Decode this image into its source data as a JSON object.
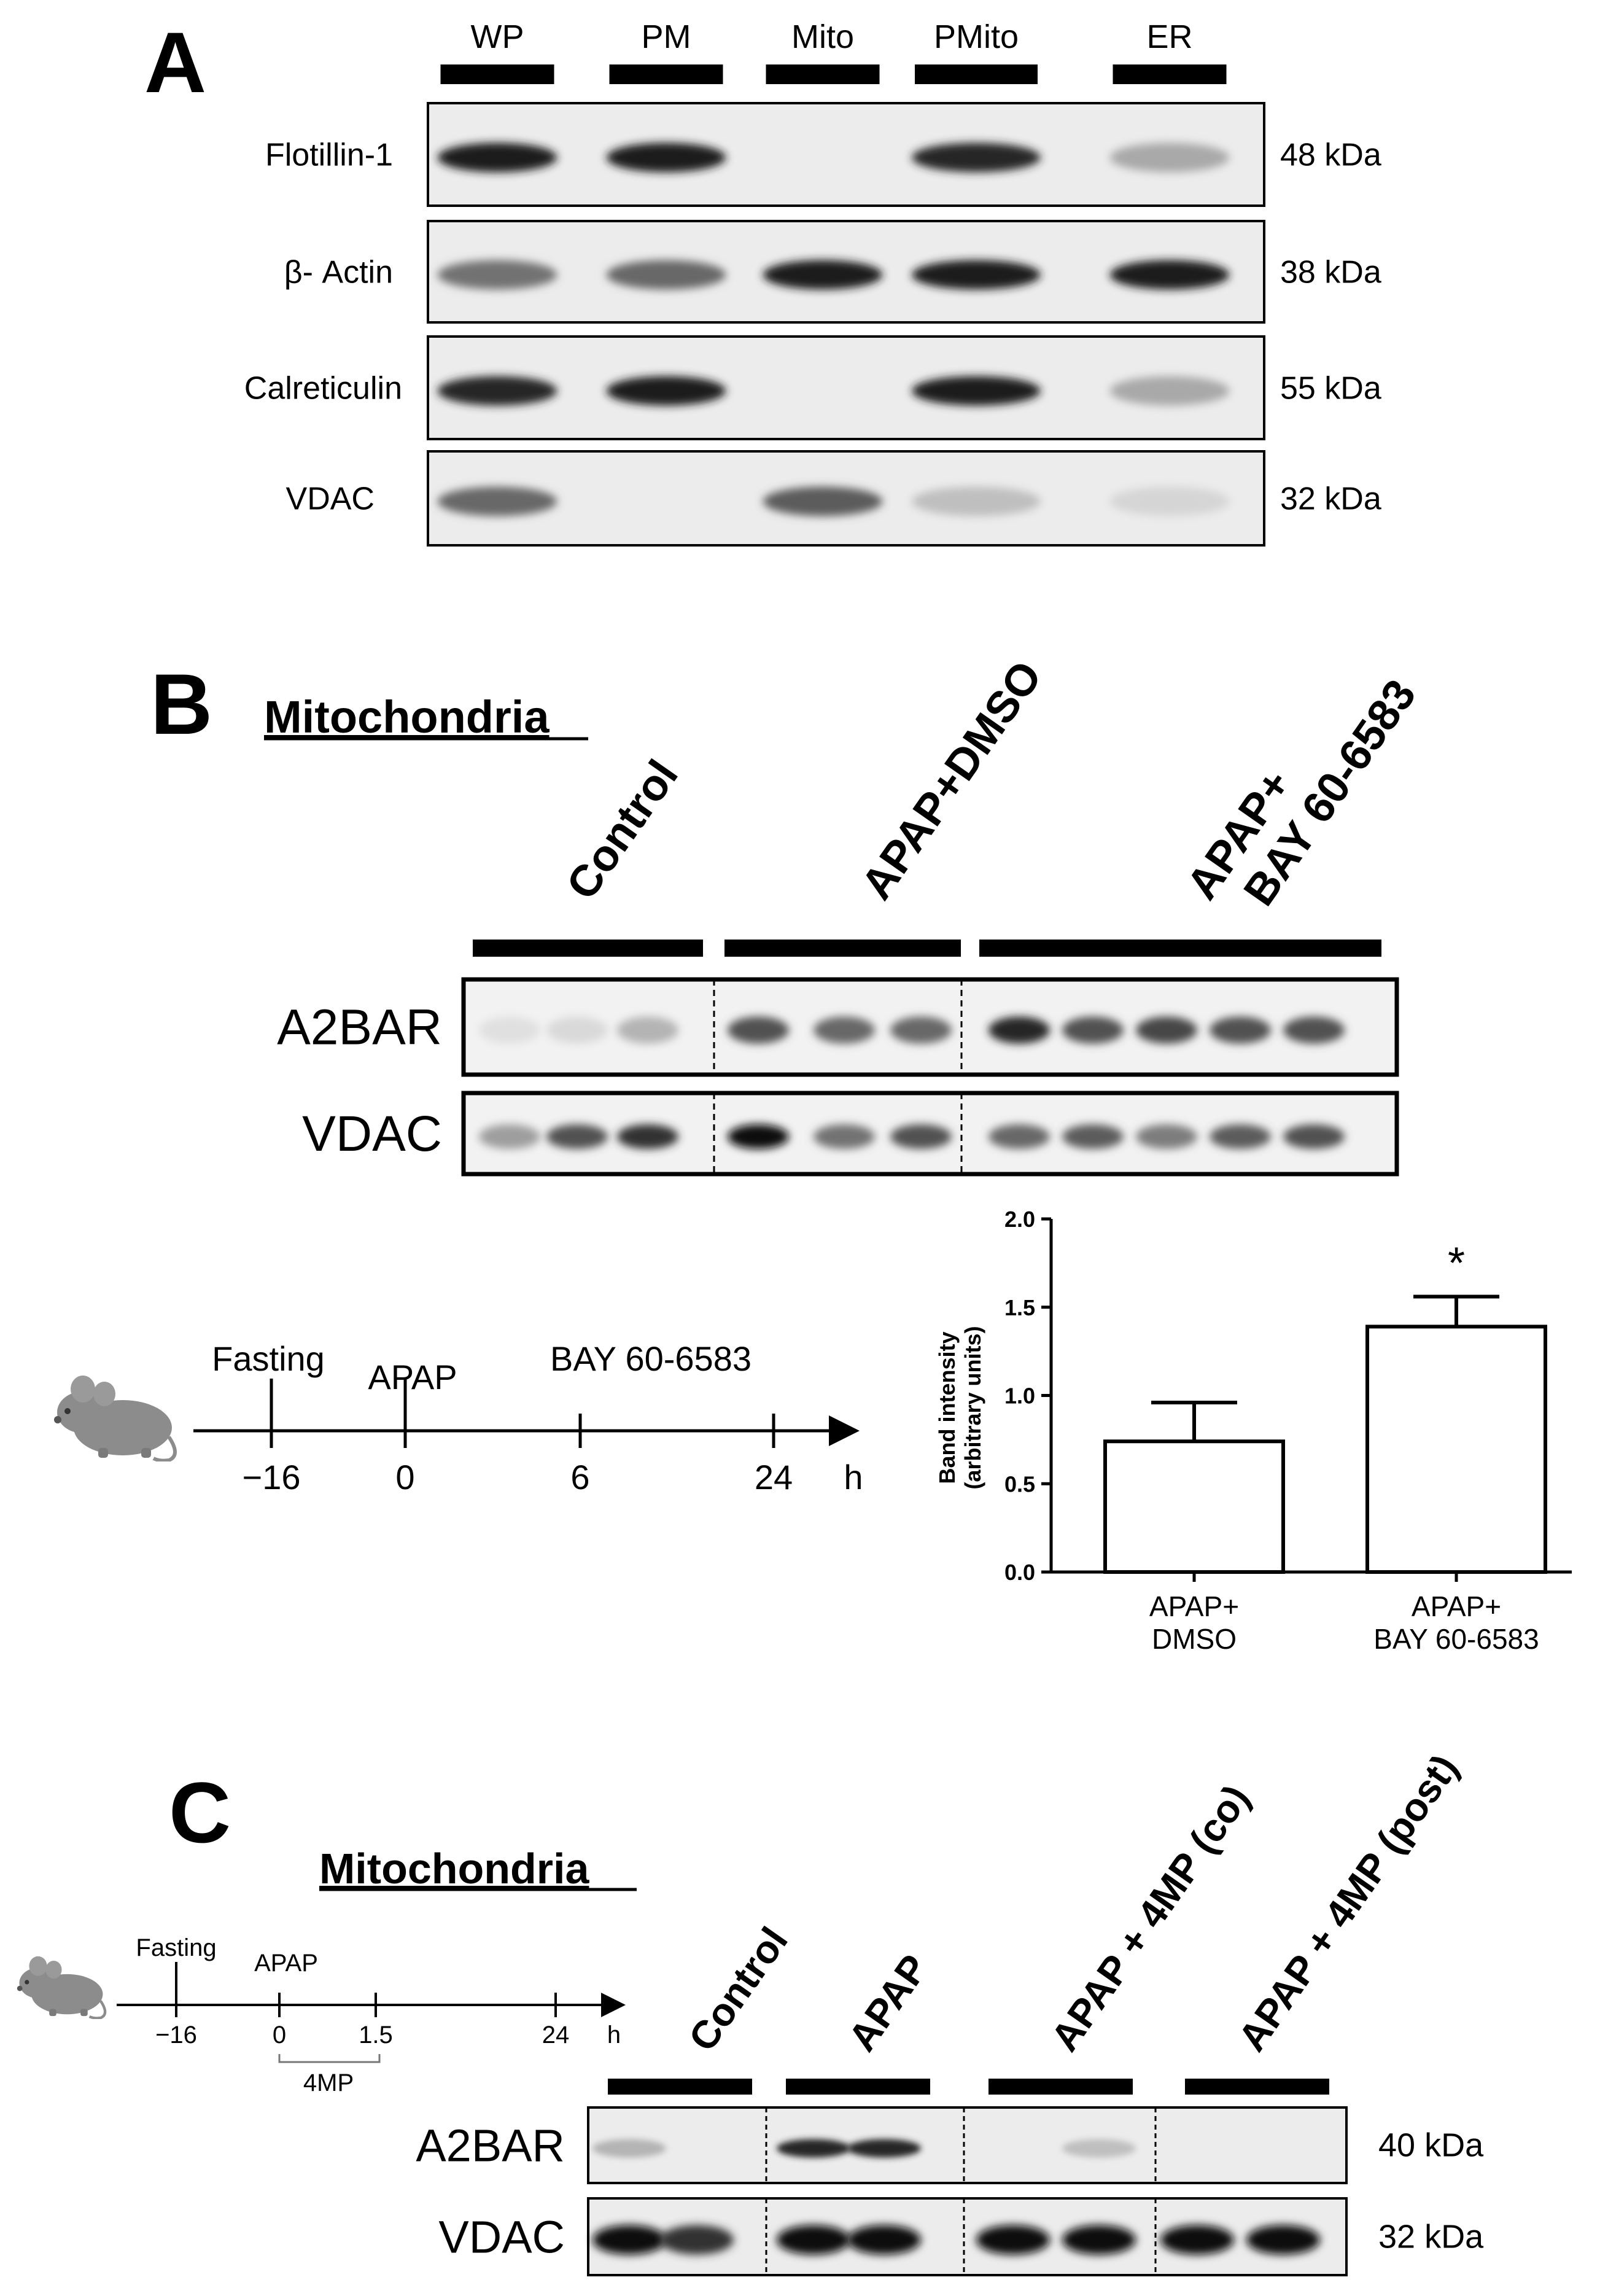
{
  "panelA": {
    "letter": "A",
    "lanes": [
      "WP",
      "PM",
      "Mito",
      "PMito",
      "ER"
    ],
    "rows": [
      {
        "label": "Flotillin-1",
        "kda": "48 kDa",
        "bands": [
          0.95,
          0.95,
          0,
          0.9,
          0.3
        ]
      },
      {
        "label": "β- Actin",
        "kda": "38 kDa",
        "bands": [
          0.55,
          0.6,
          0.95,
          0.95,
          0.95
        ]
      },
      {
        "label": "Calreticulin",
        "kda": "55 kDa",
        "bands": [
          0.9,
          0.95,
          0,
          0.95,
          0.3
        ]
      },
      {
        "label": "VDAC",
        "kda": "32 kDa",
        "bands": [
          0.6,
          0,
          0.65,
          0.2,
          0.1
        ]
      }
    ]
  },
  "panelB": {
    "letter": "B",
    "section_title": "Mitochondria",
    "groups": [
      "Control",
      "APAP+DMSO",
      "APAP+\nBAY 60-6583"
    ],
    "rows": [
      {
        "label": "A2BAR",
        "bands": [
          0.05,
          0.08,
          0.25,
          0.7,
          0.6,
          0.6,
          0.9,
          0.7,
          0.75,
          0.7,
          0.7
        ]
      },
      {
        "label": "VDAC",
        "bands": [
          0.35,
          0.7,
          0.85,
          1.0,
          0.55,
          0.7,
          0.6,
          0.65,
          0.5,
          0.65,
          0.7
        ]
      }
    ],
    "timeline": {
      "events": [
        "Fasting",
        "APAP",
        "BAY 60-6583"
      ],
      "ticks": [
        "−16",
        "0",
        "6",
        "24"
      ],
      "unit": "h"
    },
    "chart_data": {
      "type": "bar",
      "categories": [
        "APAP+\nDMSO",
        "APAP+\nBAY 60-6583"
      ],
      "values": [
        0.74,
        1.39
      ],
      "errors": [
        0.22,
        0.17
      ],
      "ylabel": "Band intensity\n(arbitrary units)",
      "ylim": [
        0,
        2.0
      ],
      "yticks": [
        "0.0",
        "0.5",
        "1.0",
        "1.5",
        "2.0"
      ],
      "annotations": [
        "*"
      ]
    }
  },
  "panelC": {
    "letter": "C",
    "section_title": "Mitochondria",
    "groups": [
      "Control",
      "APAP",
      "APAP + 4MP (co)",
      "APAP + 4MP (post)"
    ],
    "rows": [
      {
        "label": "A2BAR",
        "kda": "40 kDa",
        "bands": [
          0.25,
          0,
          0.9,
          0.9,
          0,
          0.2,
          0,
          0
        ]
      },
      {
        "label": "VDAC",
        "kda": "32 kDa",
        "bands": [
          1.0,
          0.85,
          1.0,
          1.0,
          1.0,
          1.0,
          1.0,
          1.0
        ]
      }
    ],
    "timeline": {
      "events": [
        "Fasting",
        "APAP"
      ],
      "ticks": [
        "−16",
        "0",
        "1.5",
        "24"
      ],
      "unit": "h",
      "bracket_label": "4MP"
    }
  }
}
